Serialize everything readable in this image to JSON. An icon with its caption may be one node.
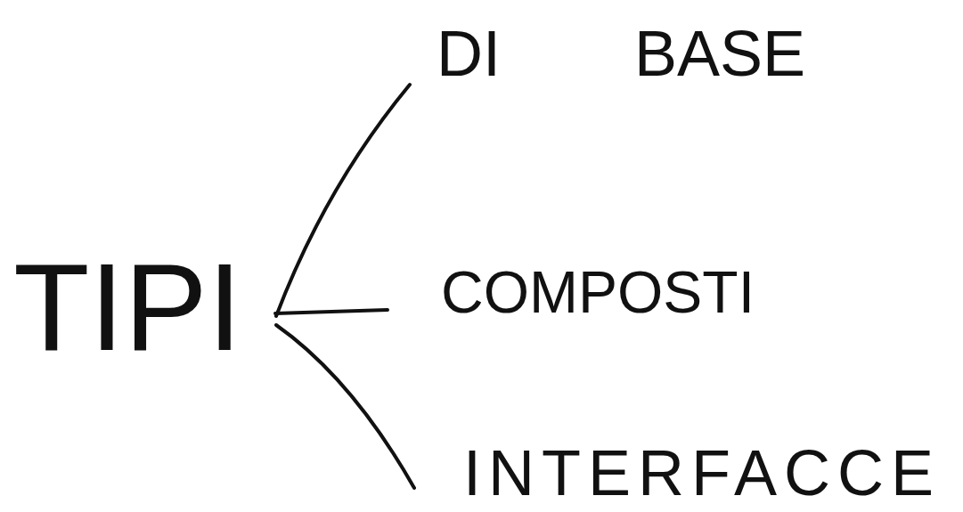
{
  "diagram": {
    "nodes": [
      {
        "text": [
          "TIPI"
        ]
      },
      {
        "text": [
          "DI BASE"
        ]
      },
      {
        "text": [
          "COMPOSTI"
        ]
      },
      {
        "text": [
          "INTERFACCE"
        ]
      }
    ],
    "edges": [
      {
        "from": 0,
        "to": 1,
        "arrow": "none"
      },
      {
        "from": 0,
        "to": 2,
        "arrow": "none"
      },
      {
        "from": 0,
        "to": 3,
        "arrow": "none"
      }
    ]
  }
}
